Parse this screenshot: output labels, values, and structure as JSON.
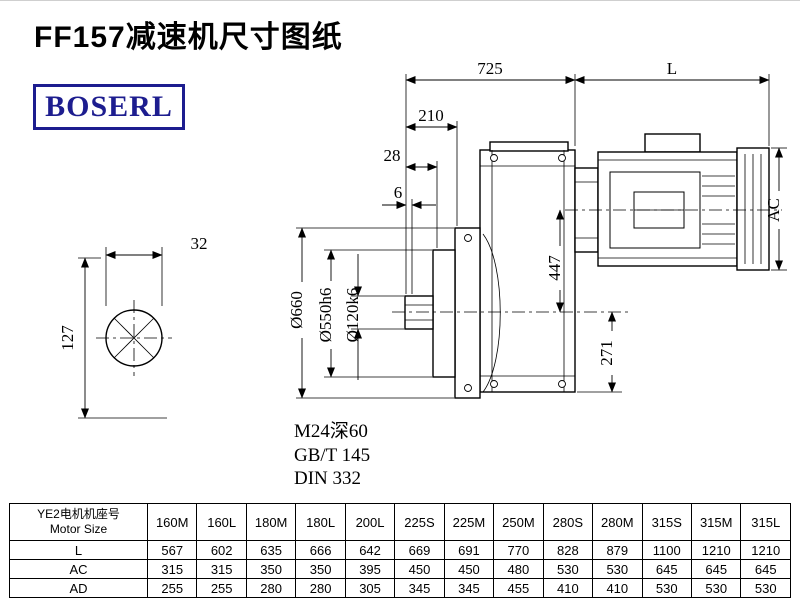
{
  "page": {
    "title": "FF157减速机尺寸图纸",
    "logo": "BOSERL"
  },
  "drawing": {
    "dims": {
      "overall_length": "725",
      "motor_length": "L",
      "flange_to_end": "210",
      "shaft_step": "28",
      "gap": "6",
      "key_width": "32",
      "shaft_height": "127",
      "flange_od": "Ø660",
      "spigot_dia": "Ø550h6",
      "shaft_dia": "Ø120k6",
      "center_height": "447",
      "base_height": "271",
      "motor_dia": "AC"
    },
    "notes": {
      "tap": "M24深60",
      "std1": "GB/T 145",
      "std2": "DIN 332"
    }
  },
  "table": {
    "row_header_line1": "YE2电机机座号",
    "row_header_line2": "Motor Size",
    "columns": [
      "160M",
      "160L",
      "180M",
      "180L",
      "200L",
      "225S",
      "225M",
      "250M",
      "280S",
      "280M",
      "315S",
      "315M",
      "315L"
    ],
    "rows": [
      {
        "label": "L",
        "values": [
          "567",
          "602",
          "635",
          "666",
          "642",
          "669",
          "691",
          "770",
          "828",
          "879",
          "1100",
          "1210",
          "1210"
        ]
      },
      {
        "label": "AC",
        "values": [
          "315",
          "315",
          "350",
          "350",
          "395",
          "450",
          "450",
          "480",
          "530",
          "530",
          "645",
          "645",
          "645"
        ]
      },
      {
        "label": "AD",
        "values": [
          "255",
          "255",
          "280",
          "280",
          "305",
          "345",
          "345",
          "455",
          "410",
          "410",
          "530",
          "530",
          "530"
        ]
      }
    ]
  }
}
